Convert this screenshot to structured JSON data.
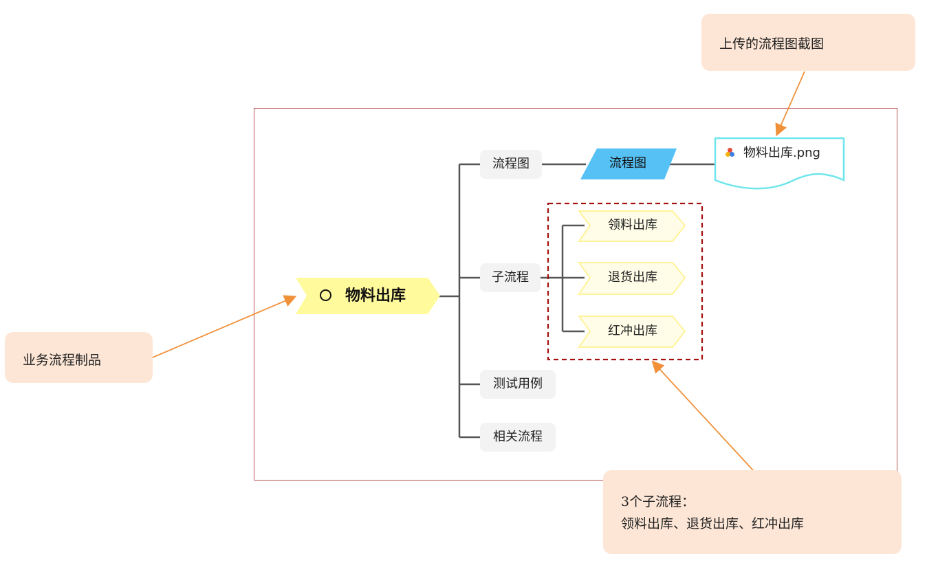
{
  "callouts": {
    "top": "上传的流程图截图",
    "left": "业务流程制品",
    "bottom_line1": "3个子流程：",
    "bottom_line2": "领料出库、退货出库、红冲出库"
  },
  "root": {
    "label": "物料出库"
  },
  "branches": {
    "flowchart": "流程图",
    "subprocess": "子流程",
    "testcase": "测试用例",
    "related": "相关流程"
  },
  "flowchart_node": "流程图",
  "attachment": {
    "file_name": "物料出库.png"
  },
  "subprocesses": [
    "领料出库",
    "退货出库",
    "红冲出库"
  ],
  "colors": {
    "root_fill": "#fffb9c",
    "flow_fill": "#56c1f4",
    "sub_fill": "#fffde8",
    "sub_stroke": "#fff399",
    "file_stroke": "#6ee6ec",
    "callout_fill": "#fde6d6",
    "frame": "#b5524f",
    "dashed_box": "#a30f0f",
    "arrow": "#f0913a"
  },
  "icons": {
    "root": "circle-icon",
    "file": "color-dots-icon"
  }
}
